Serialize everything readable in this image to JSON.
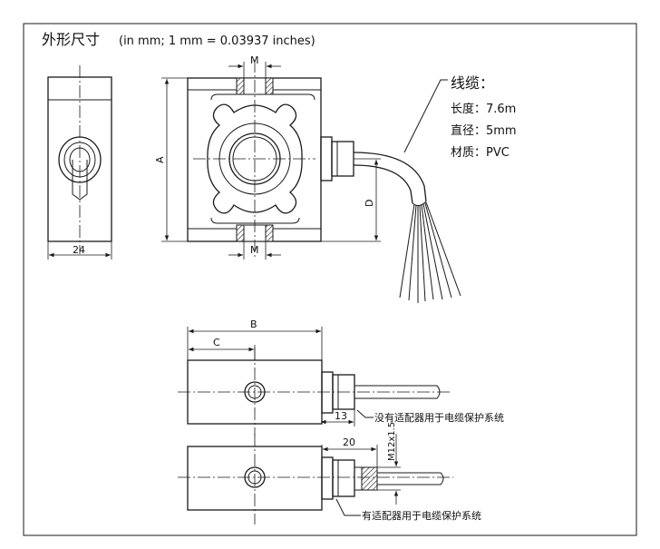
{
  "title": {
    "main": "外形尺寸",
    "units": "(in mm; 1 mm = 0.03937 inches)"
  },
  "cable": {
    "heading": "线缆：",
    "length": "长度：7.6m",
    "diameter": "直径：5mm",
    "material": "材质：PVC"
  },
  "dimensions": {
    "width_24": "24",
    "m_top": "M",
    "m_bottom": "M",
    "a": "A",
    "d": "D",
    "b": "B",
    "c": "C",
    "d13": "13",
    "d20": "20",
    "thread": "M12x1.5"
  },
  "notes": {
    "no_adapter": "没有适配器用于电缆保护系统",
    "with_adapter": "有适配器用于电缆保护系统"
  }
}
